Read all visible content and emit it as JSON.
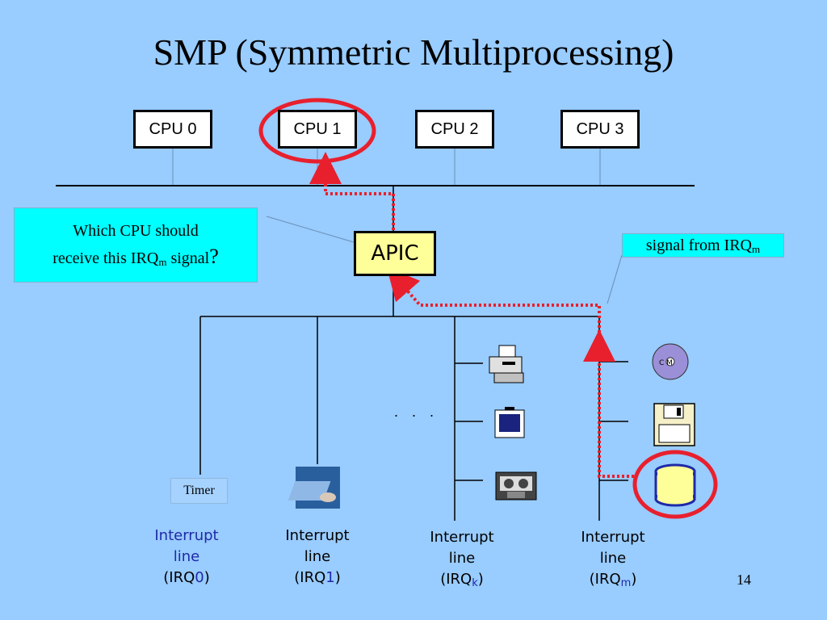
{
  "slide": {
    "title": "SMP (Symmetric Multiprocessing)",
    "page_number": "14"
  },
  "cpus": [
    "CPU 0",
    "CPU 1",
    "CPU 2",
    "CPU 3"
  ],
  "highlighted_cpu": "CPU 1",
  "apic_label": "APIC",
  "question": {
    "line1": "Which CPU  should",
    "line2_pre": "receive this IRQ",
    "line2_sub": "m",
    "line2_post": " signal",
    "mark": "?"
  },
  "signal_note": {
    "text": "signal from IRQ",
    "sub": "m"
  },
  "timer_label": "Timer",
  "ellipsis": ". . .",
  "interrupt_lines": [
    {
      "line1": "Interrupt",
      "line2": "line",
      "irq_pre": "(IRQ",
      "irq_num": "0",
      "irq_post": ")",
      "color": "#1f2aa8"
    },
    {
      "line1": "Interrupt",
      "line2": "line",
      "irq_pre": "(IRQ",
      "irq_num": "1",
      "irq_post": ")",
      "color": "#000000"
    },
    {
      "line1": "Interrupt",
      "line2": "line",
      "irq_pre": "(IRQ",
      "irq_num": "k",
      "irq_post": ")",
      "color": "#000000"
    },
    {
      "line1": "Interrupt",
      "line2": "line",
      "irq_pre": "(IRQ",
      "irq_num": "m",
      "irq_post": ")",
      "color": "#000000"
    }
  ],
  "devices": [
    "keyboard-icon",
    "printer-icon",
    "monitor-icon",
    "tape-icon",
    "cd-rom-icon",
    "floppy-disk-icon",
    "disk-drive-icon"
  ],
  "colors": {
    "background": "#99ccff",
    "highlight": "#e8202e",
    "question_box": "#00ffff",
    "apic_fill": "#ffff99",
    "irq_accent": "#1f2aa8"
  }
}
